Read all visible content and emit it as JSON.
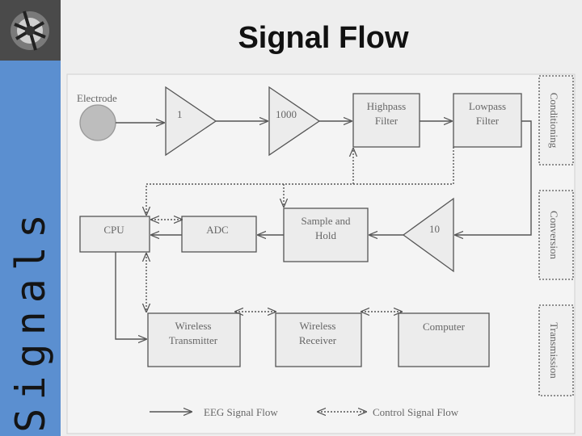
{
  "slide": {
    "title": "Signal Flow",
    "side_word": "Signals"
  },
  "diagram": {
    "electrode_label": "Electrode",
    "amp1_gain": "1",
    "amp2_gain": "1000",
    "highpass_label": [
      "Highpass",
      "Filter"
    ],
    "lowpass_label": [
      "Lowpass",
      "Filter"
    ],
    "amp3_gain": "10",
    "sample_hold_label": [
      "Sample and",
      "Hold"
    ],
    "adc_label": "ADC",
    "cpu_label": "CPU",
    "wireless_tx_label": [
      "Wireless",
      "Transmitter"
    ],
    "wireless_rx_label": [
      "Wireless",
      "Receiver"
    ],
    "computer_label": "Computer",
    "stage_conditioning": "Conditioning",
    "stage_conversion": "Conversion",
    "stage_transmission": "Transmission",
    "legend_eeg": "EEG Signal Flow",
    "legend_control": "Control Signal Flow"
  },
  "colors": {
    "background": "#eeeeee",
    "sidebar": "#5b8fd0",
    "diagram_bg": "#f4f4f4",
    "box_bg": "#ececec",
    "line": "#555555",
    "electrode_fill": "#bdbdbd"
  }
}
